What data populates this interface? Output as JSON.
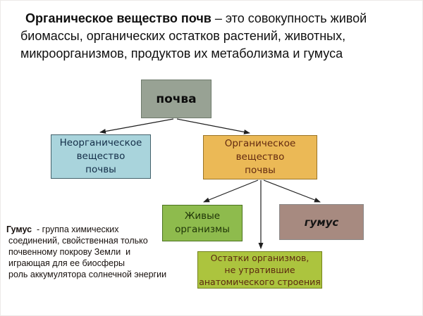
{
  "title": {
    "bold": "Органическое вещество почв",
    "line1_rest": " – это совокупность живой",
    "line2": "биомассы, органических остатков растений, животных,",
    "line3": "микроорганизмов, продуктов их метаболизма и гумуса"
  },
  "diagram": {
    "nodes": {
      "soil": {
        "label": "почва",
        "fill": "#98a294"
      },
      "inorganic": {
        "label": "Неорганическое\nвещество\nпочвы",
        "fill": "#a9d4dc"
      },
      "organic": {
        "label": "Органическое\nвещество\nпочвы",
        "fill": "#ebb956"
      },
      "living": {
        "label": "Живые\nорганизмы",
        "fill": "#8ebb4d"
      },
      "humus": {
        "label": "гумус",
        "fill": "#a78a80"
      },
      "residues": {
        "label": "Остатки организмов,\nне утратившие\nанатомического строения",
        "fill": "#acc43e"
      }
    },
    "edges": [
      {
        "from": "soil",
        "to": "inorganic"
      },
      {
        "from": "soil",
        "to": "organic"
      },
      {
        "from": "organic",
        "to": "living"
      },
      {
        "from": "organic",
        "to": "residues"
      },
      {
        "from": "organic",
        "to": "humus"
      }
    ],
    "arrow_color": "#1f1f1f"
  },
  "note": {
    "term": "Гумус",
    "line1_rest": "  - группа химических",
    "lines": [
      "соединений, свойственная только",
      "почвенному покрову Земли  и",
      "играющая для ее биосферы",
      "роль аккумулятора солнечной энергии"
    ]
  }
}
